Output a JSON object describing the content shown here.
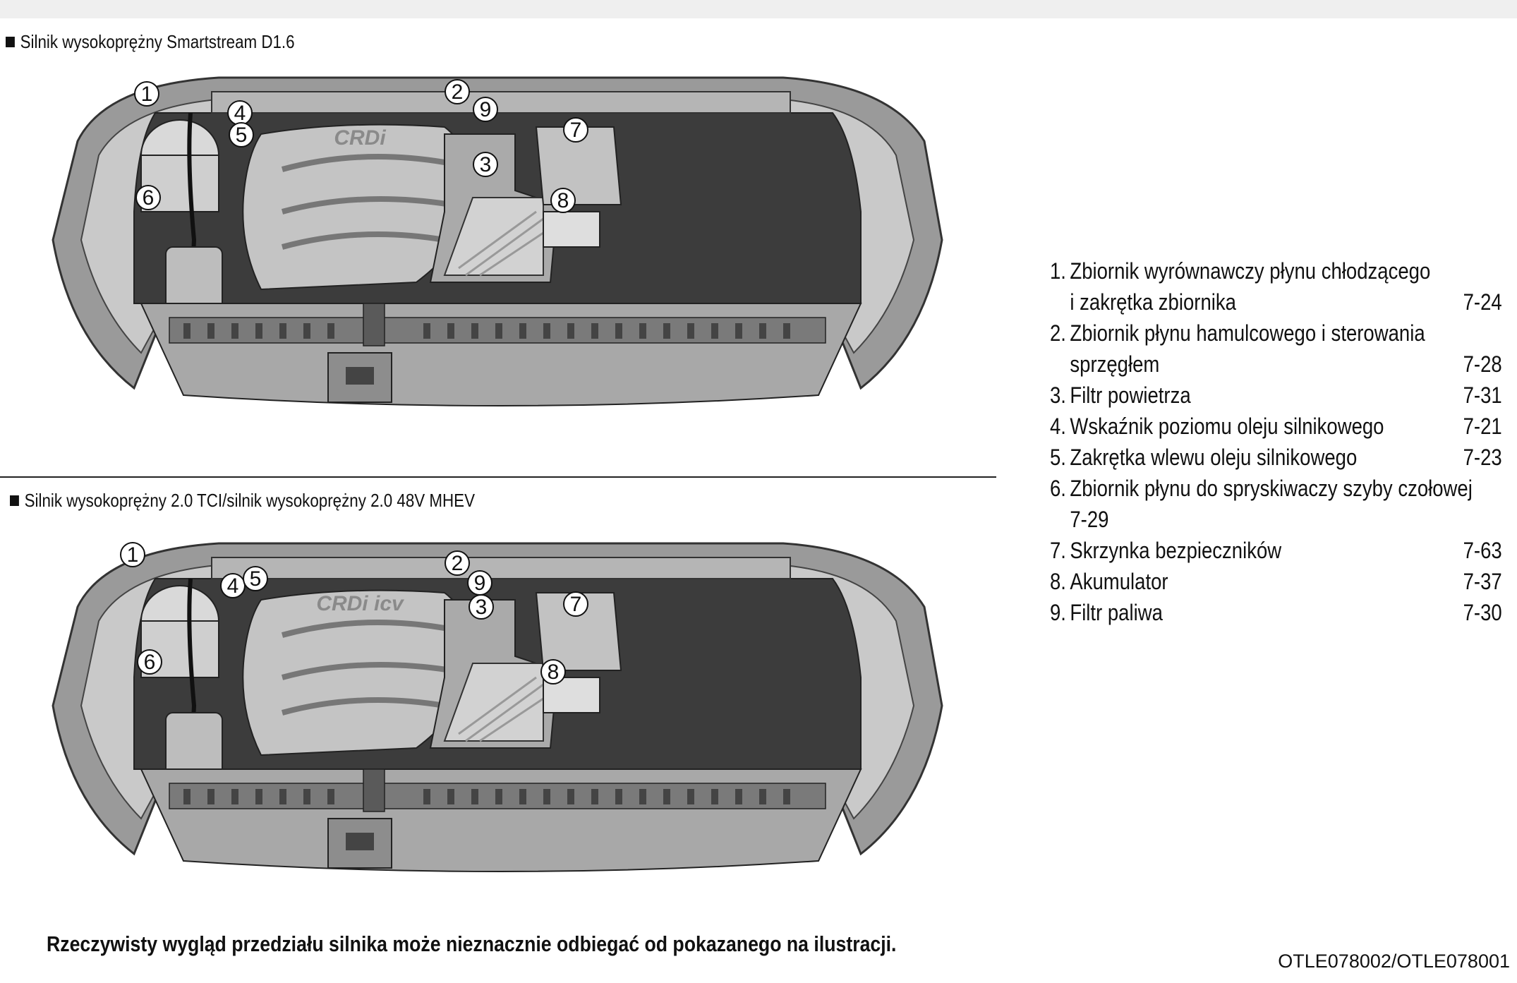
{
  "sections": [
    {
      "title": "Silnik wysokoprężny Smartstream D1.6",
      "cover_text": "CRDi"
    },
    {
      "title": "Silnik wysokoprężny 2.0 TCI/silnik wysokoprężny 2.0 48V MHEV",
      "cover_text": "CRDi icv"
    }
  ],
  "callouts": [
    "1",
    "2",
    "3",
    "4",
    "5",
    "6",
    "7",
    "8",
    "9"
  ],
  "legend": [
    {
      "num": "1.",
      "line1": "Zbiornik wyrównawczy płynu chłodzącego",
      "line2": "i zakrętka zbiornika",
      "page": "7-24"
    },
    {
      "num": "2.",
      "line1": "Zbiornik płynu hamulcowego  i sterowania",
      "line2": "sprzęgłem",
      "page": "7-28"
    },
    {
      "num": "3.",
      "line1": "Filtr powietrza",
      "page": "7-31"
    },
    {
      "num": "4.",
      "line1": "Wskaźnik poziomu oleju silnikowego",
      "page": "7-21"
    },
    {
      "num": "5.",
      "line1": "Zakrętka wlewu oleju silnikowego",
      "page": "7-23"
    },
    {
      "num": "6.",
      "line1": "Zbiornik płynu do spryskiwaczy  szyby czołowej",
      "line2": "7-29"
    },
    {
      "num": "7.",
      "line1": "Skrzynka bezpieczników",
      "page": "7-63"
    },
    {
      "num": "8.",
      "line1": "Akumulator",
      "page": "7-37"
    },
    {
      "num": "9.",
      "line1": "Filtr paliwa",
      "page": "7-30"
    }
  ],
  "note": "Rzeczywisty wygląd przedziału silnika może nieznacznie odbiegać od pokazanego na ilustracji.",
  "figure_code": "OTLE078002/OTLE078001"
}
